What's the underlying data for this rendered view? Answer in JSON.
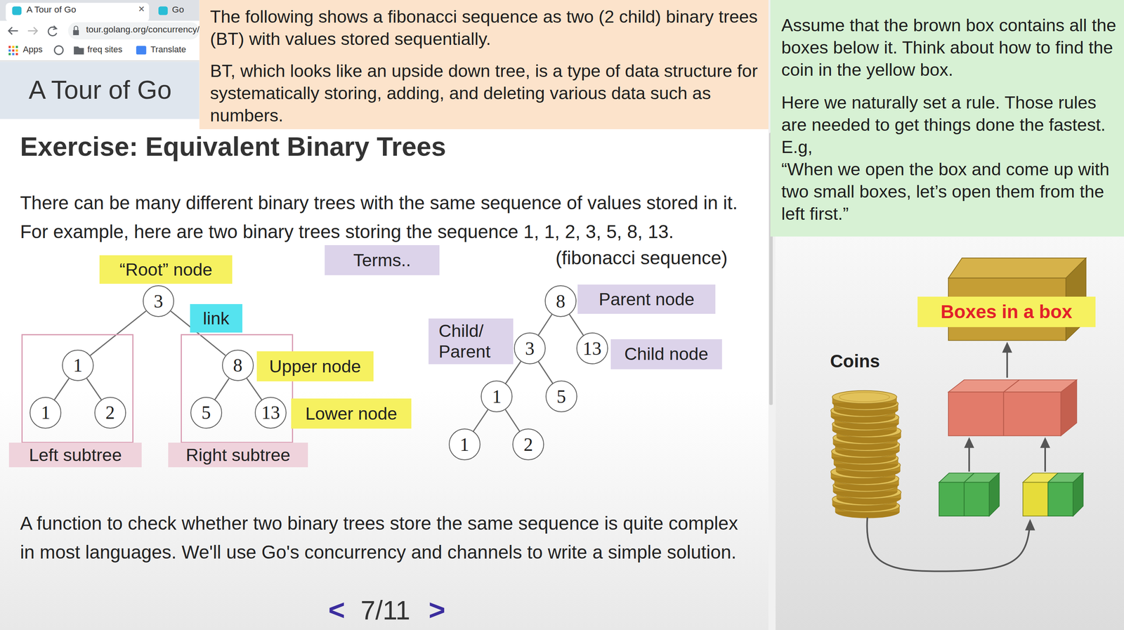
{
  "diagram": {
    "title": "Exercise: Equivalent Binary Trees",
    "nodes": [
      {
        "text": [
          "The following shows a fibonacci sequence as two (2 child) binary trees (BT) with values stored sequentially.",
          "BT, which looks like an upside down tree, is a type of data structure for systematically storing, adding, and deleting various data such as numbers."
        ]
      },
      {
        "text": [
          "Terms.."
        ]
      },
      {
        "text": [
          "“Root” node"
        ]
      },
      {
        "text": [
          "3"
        ]
      },
      {
        "text": [
          "link"
        ]
      },
      {
        "text": [
          "Left subtree"
        ]
      },
      {
        "text": [
          "1"
        ],
        "in": 5
      },
      {
        "text": [
          "1"
        ],
        "in": 5
      },
      {
        "text": [
          "2"
        ],
        "in": 5
      },
      {
        "text": [
          "Right subtree"
        ]
      },
      {
        "text": [
          "8"
        ],
        "in": 9
      },
      {
        "text": [
          "5"
        ],
        "in": 9
      },
      {
        "text": [
          "13"
        ],
        "in": 9
      },
      {
        "text": [
          "Upper node"
        ]
      },
      {
        "text": [
          "Lower node"
        ]
      },
      {
        "text": [
          "Parent node"
        ]
      },
      {
        "text": [
          "8"
        ]
      },
      {
        "text": [
          "Child/ Parent"
        ]
      },
      {
        "text": [
          "3"
        ]
      },
      {
        "text": [
          "13"
        ]
      },
      {
        "text": [
          "Child node"
        ]
      },
      {
        "text": [
          "1"
        ]
      },
      {
        "text": [
          "5"
        ]
      },
      {
        "text": [
          "1"
        ]
      },
      {
        "text": [
          "2"
        ]
      },
      {
        "text": [
          "Assume that the brown box contains all the boxes below it. Think about how to find the coin in the yellow box.",
          "Here we naturally set a rule. Those rules are needed to get things done the fastest. E.g,",
          "“When we open the box and come up with two small boxes, let’s open them from the left first.”"
        ]
      },
      {
        "text": [
          "Boxes in a box"
        ]
      }
    ],
    "edges": [
      {
        "from": 3,
        "to": 6,
        "arrow": "none"
      },
      {
        "from": 3,
        "to": 10,
        "arrow": "none"
      },
      {
        "from": 6,
        "to": 7,
        "arrow": "none"
      },
      {
        "from": 6,
        "to": 8,
        "arrow": "none"
      },
      {
        "from": 10,
        "to": 11,
        "arrow": "none"
      },
      {
        "from": 10,
        "to": 12,
        "arrow": "none"
      },
      {
        "from": 16,
        "to": 18,
        "arrow": "none"
      },
      {
        "from": 16,
        "to": 19,
        "arrow": "none"
      },
      {
        "from": 18,
        "to": 21,
        "arrow": "none"
      },
      {
        "from": 18,
        "to": 22,
        "arrow": "none"
      },
      {
        "from": 21,
        "to": 23,
        "arrow": "none"
      },
      {
        "from": 21,
        "to": 24,
        "arrow": "none"
      }
    ],
    "labels": [
      "A Tour of Go",
      "×",
      "Go",
      "tour.golang.org/concurrency/",
      "Apps",
      "freq sites",
      "Translate",
      "A Tour of Go",
      "There can be many different binary trees with the same sequence of values stored in it. For example, here are two binary trees storing the sequence 1, 1, 2, 3, 5, 8, 13.",
      "(fibonacci sequence)",
      "A function to check whether two binary trees store the same sequence is quite complex in most languages. We'll use Go's concurrency and channels to write a simple solution.",
      "<",
      "7/11",
      ">",
      "Coins"
    ]
  }
}
